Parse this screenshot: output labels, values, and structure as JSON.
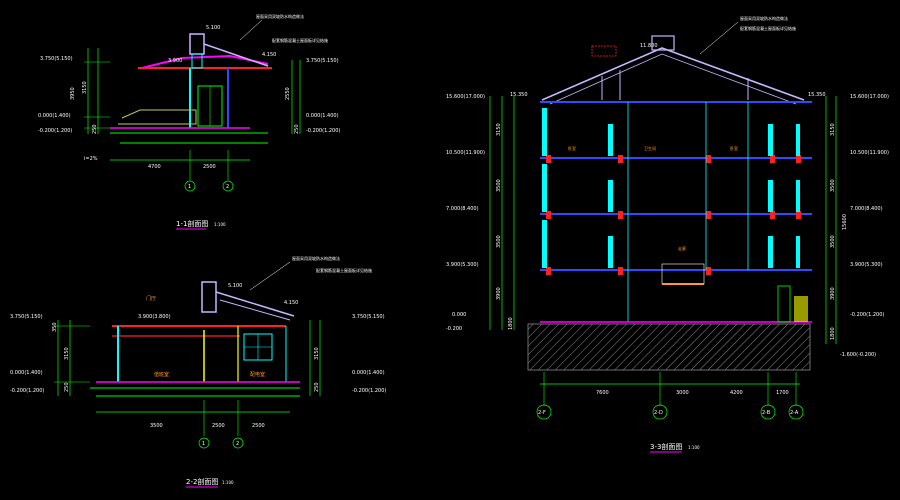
{
  "colors": {
    "bg": "#000000",
    "white": "#ffffff",
    "green": "#00ff00",
    "cyan": "#00ffff",
    "blue": "#2a4bff",
    "red": "#ff2020",
    "magenta": "#ff00ff",
    "yellow": "#ffff00",
    "orange": "#ff9a2a",
    "lavender": "#c8b4ff",
    "gray": "#8a8a8a",
    "darkred": "#c03030"
  },
  "section1": {
    "title": "1-1剖面图",
    "scale": "1:100",
    "dim_bottom": [
      "4700",
      "2500"
    ],
    "levels_left": [
      "3.750(5.150)",
      "0.000(1.400)",
      "-0.200(1.200)"
    ],
    "levels_right": [
      "3.750(5.150)",
      "0.000(1.400)",
      "-0.200(1.200)"
    ],
    "vdims_left": [
      "3950",
      "3150",
      "250"
    ],
    "vdims_right": [
      "2550",
      "250"
    ],
    "top_level": "5.100",
    "eave_level": "4.150",
    "mid_level": "3.900",
    "grids": [
      "1",
      "2"
    ],
    "slope_note": "i=2%",
    "notes": [
      "屋面采用双坡防水构造做法",
      "配套钢筋混凝土屋面板详见结施"
    ]
  },
  "section2": {
    "title": "2-2剖面图",
    "scale": "1:100",
    "dim_bottom": [
      "3500",
      "2500",
      "2500"
    ],
    "levels_left": [
      "3.750(5.150)",
      "0.000(1.400)",
      "-0.200(1.200)"
    ],
    "levels_right": [
      "3.750(5.150)",
      "0.000(1.400)",
      "-0.200(1.200)"
    ],
    "vdims_left": [
      "350",
      "3150",
      "250"
    ],
    "vdims_right": [
      "3150",
      "250"
    ],
    "top_level": "5.100",
    "roof_level": "4.150",
    "slab_level": "3.900(3.800)",
    "grids": [
      "1",
      "2"
    ],
    "rooms": [
      "门厅",
      "值班室",
      "配电室"
    ],
    "notes": [
      "屋面采用双坡防水构造做法",
      "配套钢筋混凝土屋面板详见结施"
    ]
  },
  "section3": {
    "title": "3-3剖面图",
    "scale": "1:100",
    "levels_left": [
      "15.600(17.000)",
      "10.500(11.900)",
      "7.000(8.400)",
      "3.900(5.300)",
      "0.000",
      "-0.200"
    ],
    "levels_right": [
      "15.600(17.000)",
      "10.500(11.900)",
      "7.000(8.400)",
      "3.900(5.300)",
      "-0.200(1.200)",
      "-1.600(-0.200)"
    ],
    "ridge_level": "11.800",
    "eave_levels": [
      "15.350",
      "15.350"
    ],
    "vdims_left": [
      "3150",
      "3500",
      "3500",
      "3900",
      "1800"
    ],
    "vdims_right": [
      "3150",
      "3500",
      "3500",
      "3900",
      "1800"
    ],
    "total_height": "15600",
    "dim_bottom": [
      "7600",
      "3000",
      "4200",
      "1700"
    ],
    "grids": [
      "2-F",
      "2-D",
      "2-B",
      "2-A"
    ],
    "rooms": [
      "卧室",
      "卫生间",
      "走廊",
      "卧室"
    ],
    "notes": [
      "屋面采用双坡防水构造做法",
      "配套钢筋混凝土屋面板详见结施"
    ]
  }
}
